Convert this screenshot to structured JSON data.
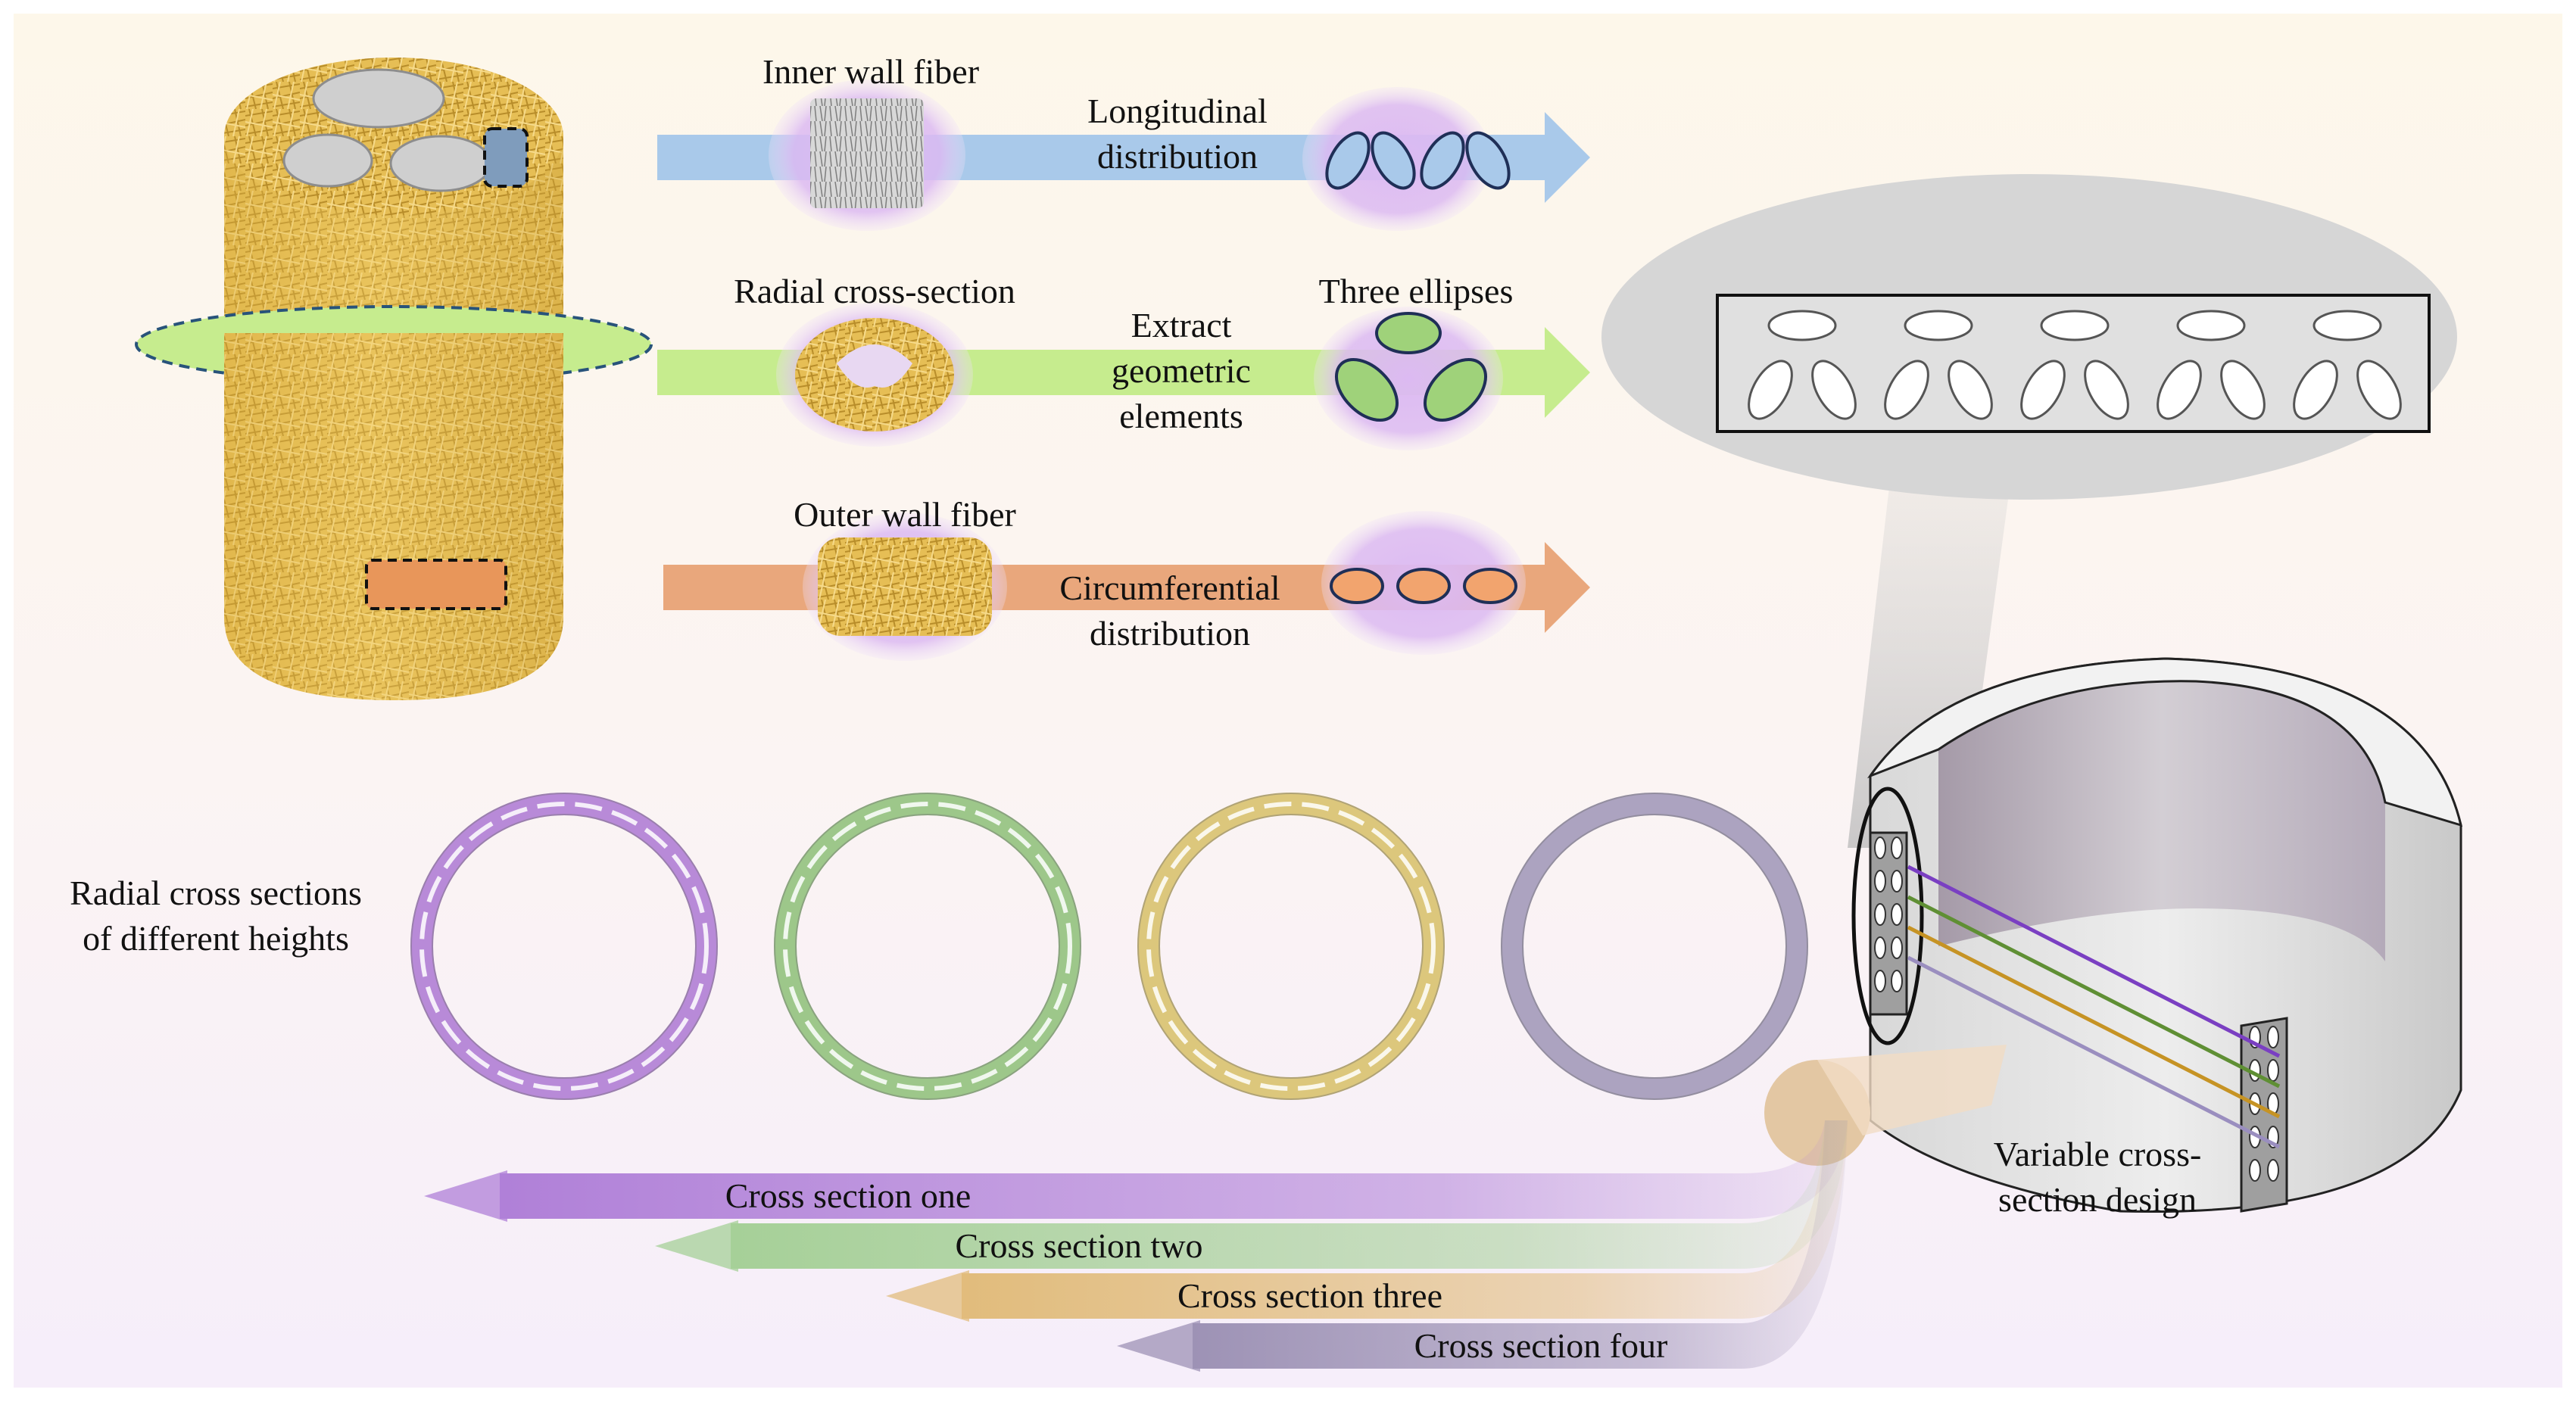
{
  "fiber_rows": [
    {
      "label": "Inner wall fiber",
      "annotation_lines": [
        "Longitudinal",
        "distribution"
      ],
      "arrow_color": "#a9c9ea"
    },
    {
      "label": "Radial cross-section",
      "annotation_lines": [
        "Extract",
        "geometric",
        "elements"
      ],
      "result_label": "Three ellipses",
      "arrow_color": "#c6ec8e"
    },
    {
      "label": "Outer wall fiber",
      "annotation_lines": [
        "Circumferential",
        "distribution"
      ],
      "arrow_color": "#e9a77c"
    }
  ],
  "radial_sections": {
    "label_lines": [
      "Radial cross sections",
      "of different heights"
    ],
    "ring_colors": [
      "#b88ad8",
      "#9dc78a",
      "#dcc77c",
      "#aca3c0"
    ]
  },
  "variable_design": {
    "label_lines": [
      "Variable cross-",
      "section design"
    ]
  },
  "cross_section_arrows": [
    {
      "label": "Cross section one",
      "color": "#b080d8"
    },
    {
      "label": "Cross section two",
      "color": "#a6d098"
    },
    {
      "label": "Cross section three",
      "color": "#e1bc7c"
    },
    {
      "label": "Cross section four",
      "color": "#9d92b5"
    }
  ],
  "colors": {
    "fiber_gold": "#e0b94a",
    "halo_purple": "#d8b6ef",
    "link_purple": "#7a3fc2",
    "link_green": "#5f8f34",
    "link_gold": "#c69324",
    "link_lavender": "#9a8ebf"
  }
}
